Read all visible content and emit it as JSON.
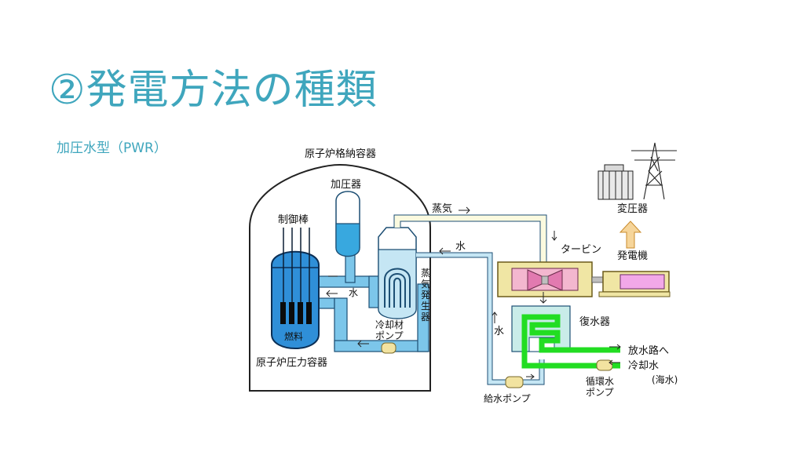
{
  "slide": {
    "title": "②発電方法の種類",
    "subtitle": "加圧水型（PWR）"
  },
  "diagram": {
    "containment_label": "原子炉格納容器",
    "pressurizer_label": "加圧器",
    "control_rods_label": "制御棒",
    "fuel_label": "燃料",
    "reactor_vessel_label": "原子炉圧力容器",
    "steam_generator_label": [
      "蒸",
      "気",
      "発",
      "生",
      "器"
    ],
    "coolant_pump_label": [
      "冷却材",
      "ポンプ"
    ],
    "water_label_primary": "水",
    "steam_label": "蒸気",
    "water_label_secondary": "水",
    "water_label_return": "水",
    "turbine_label": "タービン",
    "generator_label": "発電機",
    "transformer_label": "変圧器",
    "condenser_label": "復水器",
    "feedwater_pump_label": "給水ポンプ",
    "circulating_pump_label": [
      "循環水",
      "ポンプ"
    ],
    "discharge_label": "放水路へ",
    "cooling_water_label": "冷却水",
    "seawater_label": "(海水)",
    "colors": {
      "primary_water": "#7cc6ea",
      "reactor_water": "#2f8fd8",
      "steam": "#fbfadf",
      "turbine": "#f3b7cf",
      "generator": "#f2a8e8",
      "cooling_water": "#22dd22",
      "condenser": "#c9ece9",
      "pump": "#f2e3a0",
      "arrow_up": "#f6d59a",
      "title": "#3fa6bd"
    }
  }
}
